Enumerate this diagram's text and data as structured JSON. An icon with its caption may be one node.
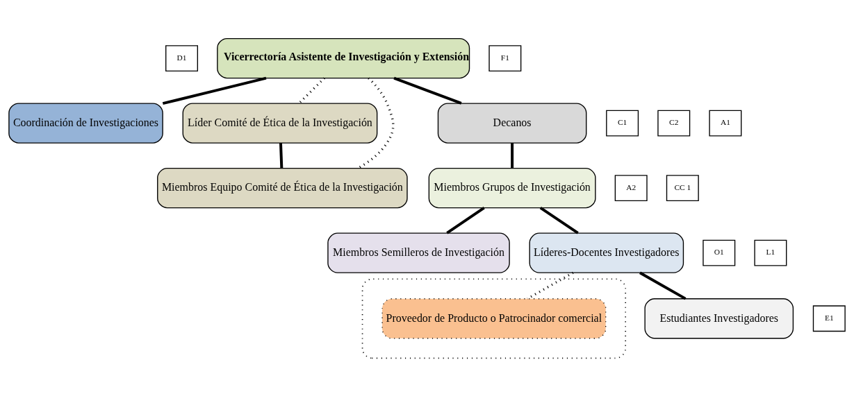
{
  "diagram": {
    "nodes": [
      {
        "text": [
          "D1"
        ]
      },
      {
        "text": [
          "Vicerrectoría Asistente de Investigación y Extensión"
        ]
      },
      {
        "text": [
          "C1"
        ]
      },
      {
        "text": [
          "Coordinación de Investigaciones"
        ]
      },
      {
        "text": [
          "C2"
        ]
      },
      {
        "text": [
          "Líder Comité de Ética de la Investigación"
        ]
      },
      {
        "text": [
          "A1"
        ]
      },
      {
        "text": [
          "Decanos"
        ]
      },
      {
        "text": [
          "Miembros Equipo Comité de Ética de la Investigación"
        ]
      },
      {
        "text": [
          "A2"
        ]
      },
      {
        "text": [
          "Miembros Grupos de Investigación"
        ]
      },
      {
        "text": [
          "CC 1"
        ]
      },
      {
        "text": [
          "O1"
        ]
      },
      {
        "text": [
          "Miembros Semilleros de Investigación"
        ]
      },
      {
        "text": [
          "Líderes-Docentes Investigadores"
        ]
      },
      {
        "text": [
          "L1"
        ]
      },
      {
        "text": [],
        "shape": "ellipse"
      },
      {
        "text": [
          "Proveedor de Producto o Patrocinador comercial"
        ],
        "in": 16
      },
      {
        "text": [
          "F1"
        ]
      },
      {
        "text": [
          "Estudiantes Investigadores"
        ]
      },
      {
        "text": [
          "E1"
        ]
      }
    ],
    "edges": [
      {
        "from": 1,
        "to": 3,
        "arrow": "none"
      },
      {
        "from": 1,
        "to": 7,
        "arrow": "none"
      },
      {
        "from": 1,
        "to": 5,
        "arrow": "none",
        "style": "dashed"
      },
      {
        "from": 1,
        "to": 8,
        "arrow": "none",
        "style": "dashed"
      },
      {
        "from": 5,
        "to": 8,
        "arrow": "none"
      },
      {
        "from": 7,
        "to": 10,
        "arrow": "none"
      },
      {
        "from": 10,
        "to": 13,
        "arrow": "none"
      },
      {
        "from": 10,
        "to": 14,
        "arrow": "none"
      },
      {
        "from": 14,
        "to": 17,
        "arrow": "none",
        "style": "dashed"
      },
      {
        "from": 14,
        "to": 19,
        "arrow": "none"
      }
    ]
  }
}
